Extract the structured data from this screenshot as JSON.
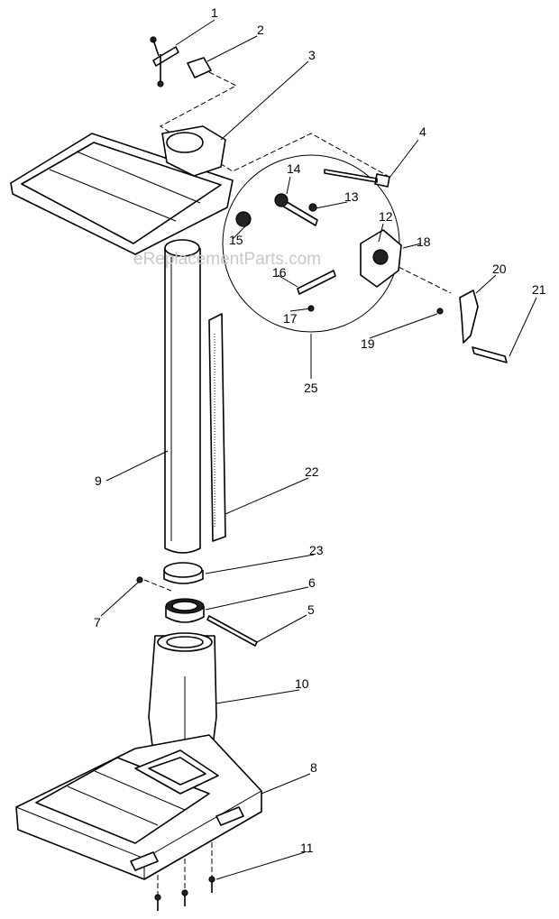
{
  "diagram": {
    "watermark": "eReplacementParts.com",
    "part_numbers": [
      "1",
      "2",
      "3",
      "4",
      "5",
      "6",
      "7",
      "8",
      "9",
      "10",
      "11",
      "12",
      "13",
      "14",
      "15",
      "16",
      "17",
      "18",
      "19",
      "20",
      "21",
      "22",
      "23",
      "25"
    ]
  }
}
